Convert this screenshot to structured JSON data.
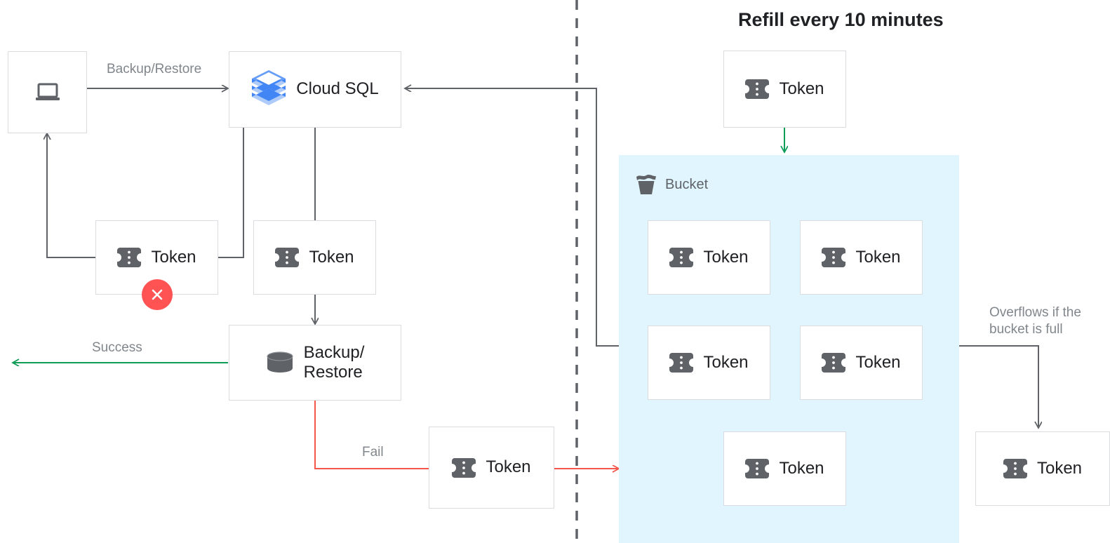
{
  "title": "Refill every 10 minutes",
  "nodes": {
    "laptop": {
      "label": "",
      "icon": "laptop-icon"
    },
    "cloud_sql": {
      "label": "Cloud SQL",
      "icon": "cloud-sql-icon"
    },
    "token_left_failed": {
      "label": "Token",
      "icon": "token-icon",
      "badge": "error-x-badge"
    },
    "token_center": {
      "label": "Token",
      "icon": "token-icon"
    },
    "backup_restore": {
      "label": "Backup/\nRestore",
      "icon": "database-icon"
    },
    "token_fail_out": {
      "label": "Token",
      "icon": "token-icon"
    },
    "token_refill": {
      "label": "Token",
      "icon": "token-icon"
    },
    "token_overflow": {
      "label": "Token",
      "icon": "token-icon"
    },
    "bucket": {
      "label": "Bucket",
      "icon": "bucket-icon",
      "tokens": [
        {
          "label": "Token",
          "icon": "token-icon"
        },
        {
          "label": "Token",
          "icon": "token-icon"
        },
        {
          "label": "Token",
          "icon": "token-icon"
        },
        {
          "label": "Token",
          "icon": "token-icon"
        },
        {
          "label": "Token",
          "icon": "token-icon"
        }
      ]
    }
  },
  "edges": {
    "backup_restore_label": "Backup/Restore",
    "success_label": "Success",
    "fail_label": "Fail",
    "overflow_label": "Overflows if the\nbucket is full"
  },
  "colors": {
    "line_gray": "#5f6368",
    "line_green": "#0f9d58",
    "line_red": "#f4564a",
    "bucket_fill": "#e1f5fe",
    "box_border": "#dadce0",
    "badge_red": "#ff5252",
    "icon_gray": "#5f6368",
    "text_dark": "#202124",
    "text_muted": "#80868b",
    "cloudsql_blue_dark": "#4285f4",
    "cloudsql_blue_mid": "#669df6",
    "cloudsql_blue_light": "#aecbfa"
  }
}
